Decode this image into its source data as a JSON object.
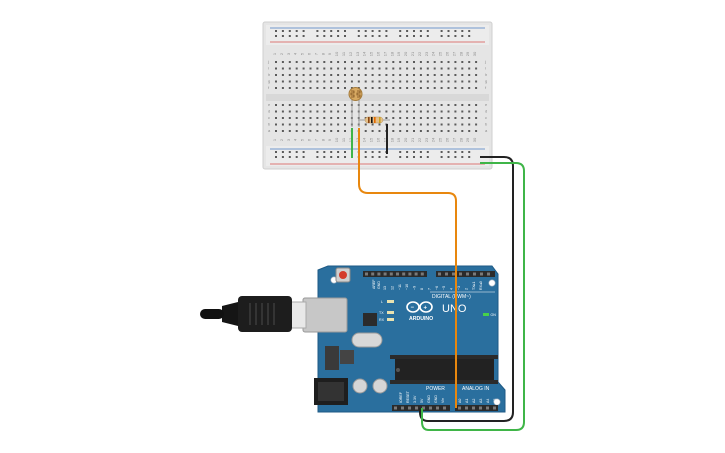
{
  "colors": {
    "board": "#2a6f9e",
    "breadboard": "#e5e5e5",
    "wire_orange": "#e8870e",
    "wire_green": "#3fb548",
    "wire_black": "#222222",
    "rail_red": "#d9534f",
    "rail_blue": "#4a7cc2",
    "header": "#2b2b2b"
  },
  "icons": {
    "usb": "usb-plug-icon",
    "logo": "infinity-logo-icon",
    "ldr": "photoresistor-icon",
    "resistor": "resistor-icon"
  },
  "arduino": {
    "logo_text": "ARDUINO",
    "model": "UNO",
    "digital_label": "DIGITAL (PWM~)",
    "power_label": "POWER",
    "analog_label": "ANALOG IN",
    "on_label": "ON",
    "led_l": "L",
    "led_tx": "TX",
    "led_rx": "RX",
    "aref": "AREF",
    "gnd": "GND",
    "digital_pins": [
      "13",
      "12",
      "~11",
      "~10",
      "~9",
      "8",
      "7",
      "~6",
      "~5",
      "4",
      "~3",
      "2",
      "TX▸1",
      "RX◂0"
    ],
    "power_pins": [
      "IOREF",
      "RESET",
      "3.3V",
      "5V",
      "GND",
      "GND",
      "Vin"
    ],
    "analog_pins": [
      "A0",
      "A1",
      "A2",
      "A3",
      "A4",
      "A5"
    ]
  },
  "breadboard": {
    "columns": [
      "1",
      "2",
      "3",
      "4",
      "5",
      "6",
      "7",
      "8",
      "9",
      "10",
      "11",
      "12",
      "13",
      "14",
      "15",
      "16",
      "17",
      "18",
      "19",
      "20",
      "21",
      "22",
      "23",
      "24",
      "25",
      "26",
      "27",
      "28",
      "29",
      "30"
    ],
    "rows_top": [
      "j",
      "i",
      "h",
      "g",
      "f"
    ],
    "rows_bottom": [
      "e",
      "d",
      "c",
      "b",
      "a"
    ]
  }
}
